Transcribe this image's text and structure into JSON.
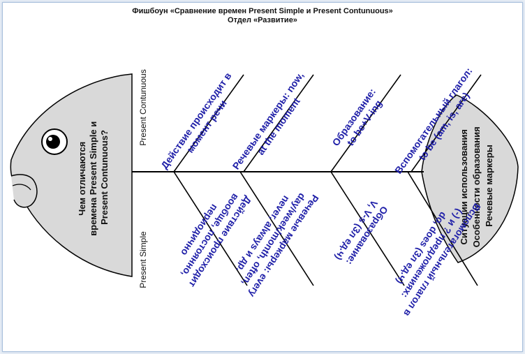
{
  "title": {
    "line1": "Фишбоун «Сравнение времен Present Simple и Present Contunuous»",
    "line2": "Отдел «Развитие»"
  },
  "head": {
    "question_lines": [
      "Чем отличаются",
      "времена Present Simple и",
      "Present Contunuous?"
    ]
  },
  "categories": {
    "top": "Present Contunuous",
    "bottom": "Present Simple"
  },
  "tail": {
    "lines": [
      "Ситуации использования",
      "Особенности образования",
      "Речевые маркеры"
    ]
  },
  "bones_top": [
    {
      "lines": [
        "Действие происходит в",
        "момент речи"
      ]
    },
    {
      "lines": [
        "Речевые маркеры: now,",
        "at the moment"
      ]
    },
    {
      "lines": [
        "Образование:",
        "to be+V-ing"
      ]
    },
    {
      "lines": [
        "Вспомогательный глагол:",
        "to be (am, is, are)"
      ]
    }
  ],
  "bones_bottom": [
    {
      "lines": [
        "Действие происходит",
        "вообще, постоянно,",
        "периодично"
      ]
    },
    {
      "lines": [
        "Речевые маркеры: every",
        "day/week/month, often,",
        "never, always и др."
      ]
    },
    {
      "lines": [
        "Образование:",
        "V, V-s (3л ед.ч)"
      ]
    },
    {
      "lines": [
        "Вспомогательный глагол в",
        "(-) и ? предложениях:",
        "do, does (3л ед.ч)"
      ]
    }
  ],
  "colors": {
    "bone_text": "#1f1fa8",
    "fish_fill": "#d9d9d9",
    "outline": "#000000"
  }
}
